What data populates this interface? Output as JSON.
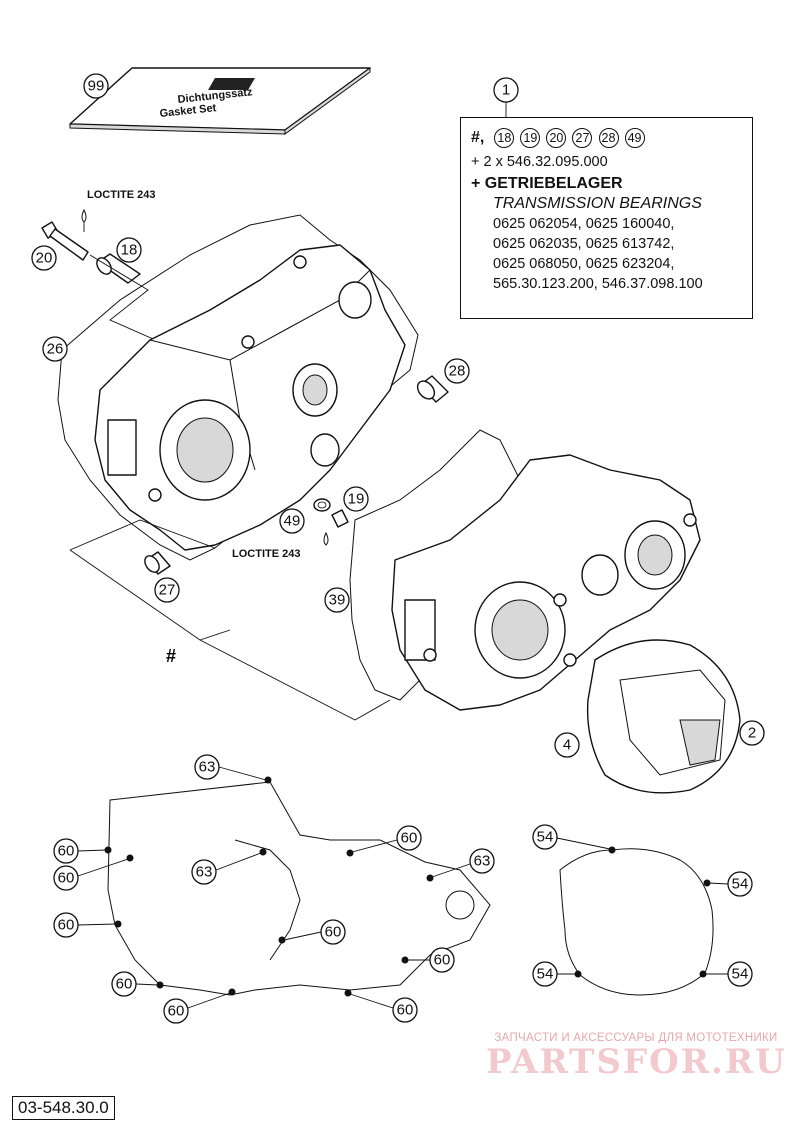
{
  "callouts": {
    "c99": "99",
    "c1": "1",
    "c20": "20",
    "c18": "18",
    "c26": "26",
    "c28": "28",
    "c19": "19",
    "c49": "49",
    "c27": "27",
    "c39": "39",
    "c4": "4",
    "c2": "2",
    "c63a": "63",
    "c63b": "63",
    "c63c": "63",
    "c60a": "60",
    "c60b": "60",
    "c60c": "60",
    "c60d": "60",
    "c60e": "60",
    "c60f": "60",
    "c60g": "60",
    "c60h": "60",
    "c60i": "60",
    "c54a": "54",
    "c54b": "54",
    "c54c": "54",
    "c54d": "54"
  },
  "labels": {
    "loctite_top": "LOCTITE 243",
    "loctite_mid": "LOCTITE 243",
    "hash_mark": "#"
  },
  "info_box": {
    "hash_prefix": "#,",
    "kit_parts": [
      "18",
      "19",
      "20",
      "27",
      "28",
      "49"
    ],
    "extra_line": "+ 2 x 546.32.095.000",
    "heading_de": "+ GETRIEBELAGER",
    "heading_en": "TRANSMISSION BEARINGS",
    "bearing_lines": [
      "0625 062054, 0625 160040,",
      "0625 062035, 0625 613742,",
      "0625 068050, 0625 623204,",
      "565.30.123.200, 546.37.098.100"
    ]
  },
  "manual_text": {
    "line1": "Dichtungssatz",
    "line2": "Gasket Set"
  },
  "watermark": {
    "top_text": "ЗАПЧАСТИ И АКСЕССУАРЫ ДЛЯ МОТОТЕХНИКИ",
    "brand": "PARTSFOR.RU"
  },
  "document_number": "03-548.30.0",
  "colors": {
    "line": "#111111",
    "watermark_text": "#e7a7ab",
    "watermark_brand": "#f2c9cc"
  }
}
